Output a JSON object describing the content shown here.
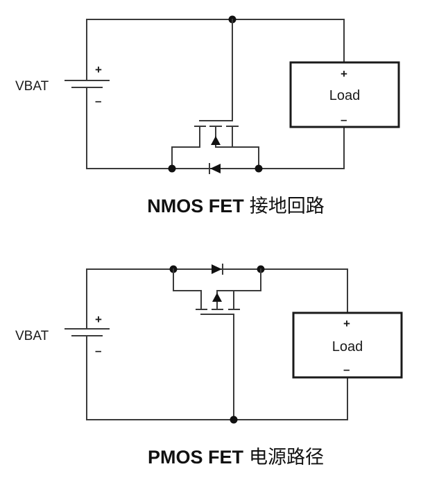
{
  "nmos_circuit": {
    "battery_label": "VBAT",
    "battery_plus": "+",
    "battery_minus": "–",
    "load_label": "Load",
    "load_plus": "+",
    "load_minus": "–",
    "caption_bold": "NMOS FET",
    "caption_cn": "接地回路"
  },
  "pmos_circuit": {
    "battery_label": "VBAT",
    "battery_plus": "+",
    "battery_minus": "–",
    "load_label": "Load",
    "load_plus": "+",
    "load_minus": "–",
    "caption_bold": "PMOS FET",
    "caption_cn": "电源路径"
  },
  "colors": {
    "wire": "#3a3a3a",
    "background": "#ffffff"
  }
}
